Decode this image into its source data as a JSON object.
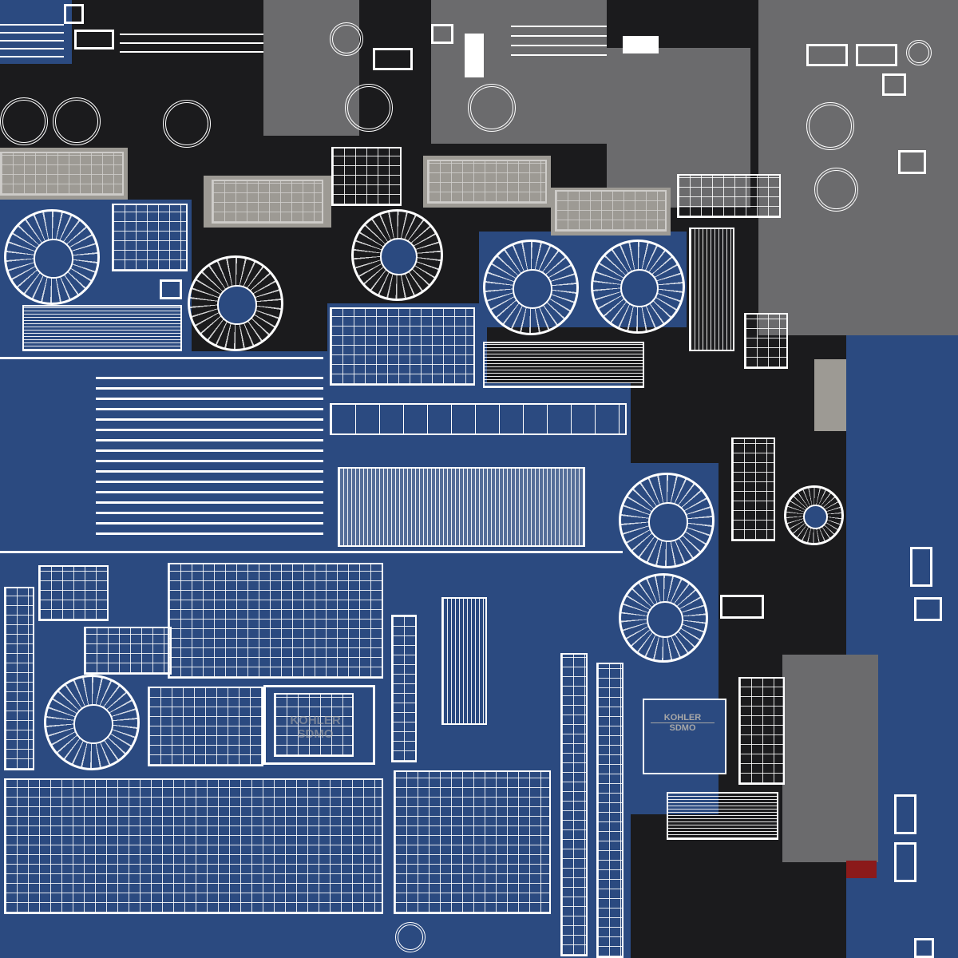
{
  "texture": {
    "logos": [
      {
        "brand": "KOHLER",
        "sub": "SDMO"
      },
      {
        "brand": "KOHLER",
        "sub": "SDMO"
      }
    ],
    "colors": {
      "blue": "#2b4a80",
      "gray": "#6b6b6d",
      "wire": "#ffffff",
      "accent_red": "#8b1a1a"
    }
  }
}
